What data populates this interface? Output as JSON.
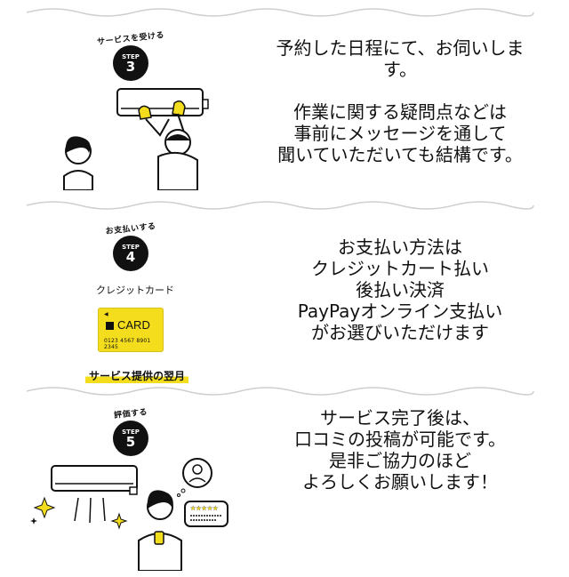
{
  "steps": [
    {
      "badge_caption": "サービスを受ける",
      "step_label": "STEP",
      "step_number": "3",
      "description_lines": [
        "予約した日程にて、お伺いしま",
        "す。",
        "",
        "作業に関する疑問点などは",
        "事前にメッセージを通して",
        "聞いていただいても結構です。"
      ]
    },
    {
      "badge_caption": "お支払いする",
      "step_label": "STEP",
      "step_number": "4",
      "card_caption": "クレジットカード",
      "card_word": "CARD",
      "card_digits": "0123 4567 8901 2345",
      "highlight_text": "サービス提供の翌月",
      "description_lines": [
        "お支払い方法は",
        "クレジットカート払い",
        "後払い決済",
        "PayPayオンライン支払い",
        "がお選びいただけます"
      ]
    },
    {
      "badge_caption": "評価する",
      "step_label": "STEP",
      "step_number": "5",
      "description_lines": [
        "サービス完了後は、",
        "口コミの投稿が可能です。",
        "是非ご協力のほど",
        "よろしくお願いします！"
      ]
    }
  ],
  "colors": {
    "accent_yellow": "#f3dd1d",
    "badge_black": "#111111",
    "divider_gray": "#cfcfcf"
  }
}
